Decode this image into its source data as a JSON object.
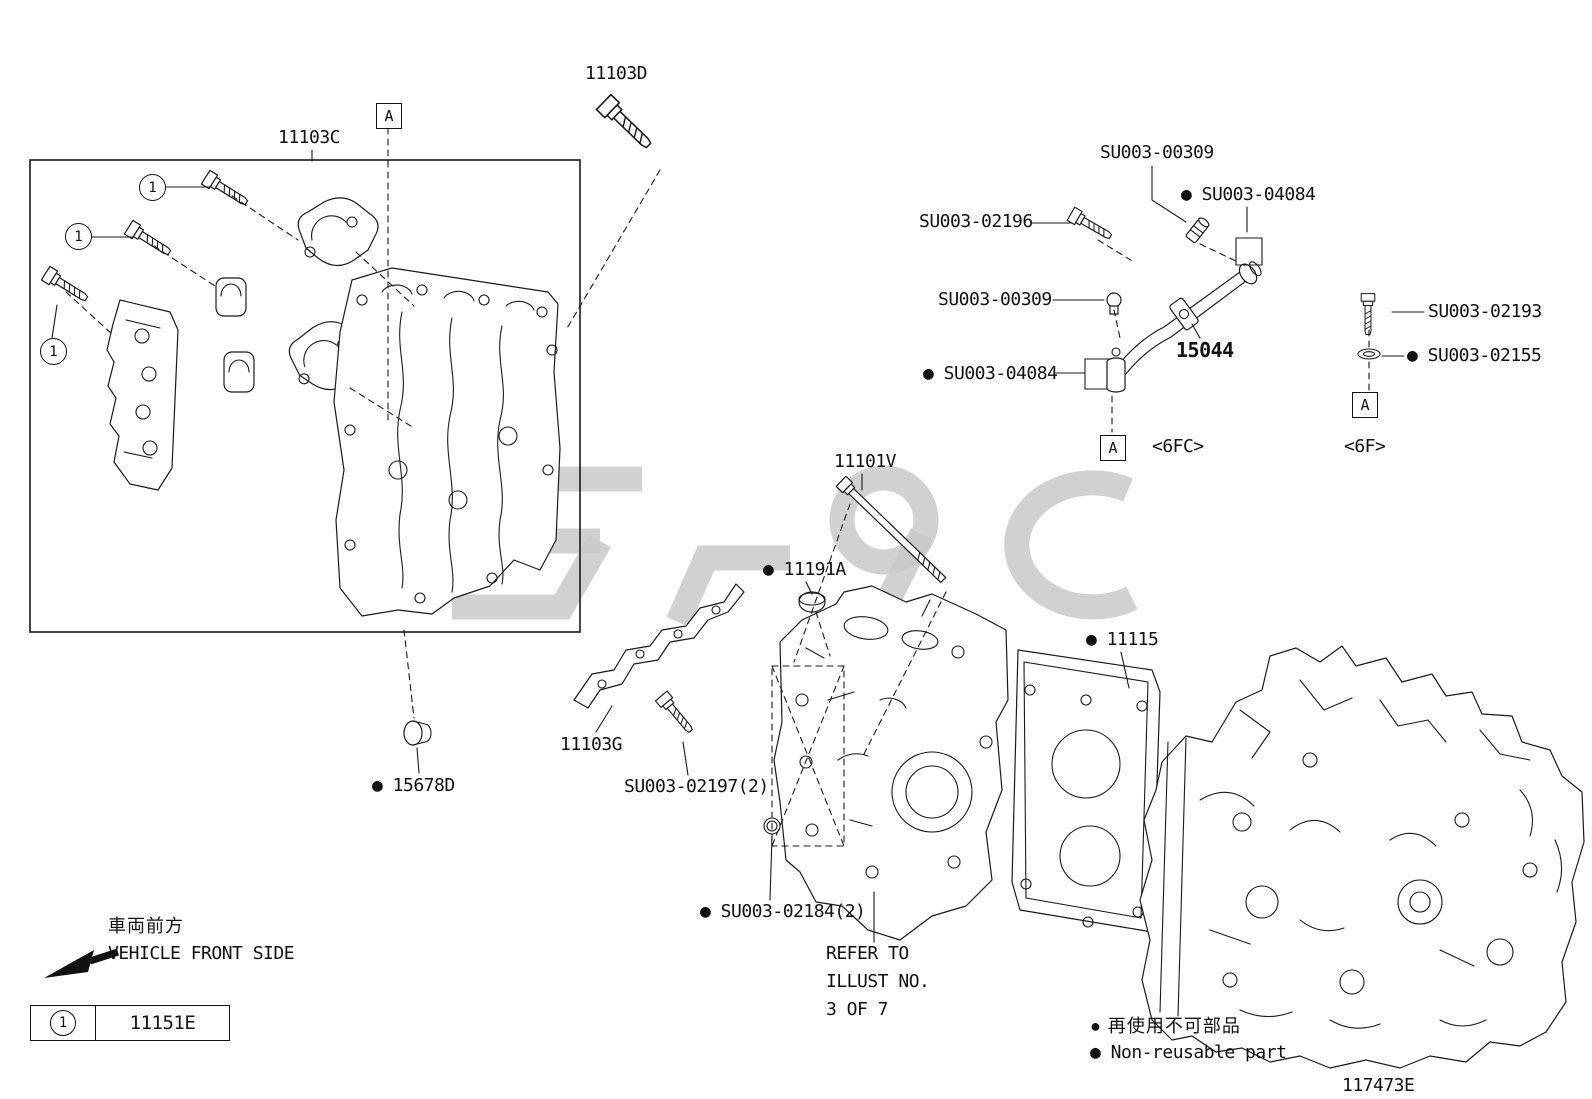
{
  "colors": {
    "line": "#1a1a1a",
    "watermark": "#c9c9c9",
    "background": "#ffffff"
  },
  "drawing_code": "117473E",
  "section_marker": "A",
  "circled_index": "1",
  "variant_6fc": "<6FC>",
  "variant_6f": "<6F>",
  "front_marker": {
    "jp": "車両前方",
    "en": "VEHICLE FRONT SIDE"
  },
  "legend_box": {
    "index": "1",
    "part_no": "11151E"
  },
  "nonreusable": {
    "jp": "● 再使用不可部品",
    "en": "● Non-reusable part"
  },
  "refer_note": {
    "line1": "REFER TO",
    "line2": "ILLUST NO.",
    "line3": "3 OF 7"
  },
  "callouts": {
    "c11103D": "11103D",
    "c11103C": "11103C",
    "su00309a": "SU003-00309",
    "su04084a": "● SU003-04084",
    "su02196": "SU003-02196",
    "su00309b": "SU003-00309",
    "su04084b": "● SU003-04084",
    "c15044": "15044",
    "su02193": "SU003-02193",
    "su02155": "● SU003-02155",
    "c11101V": "11101V",
    "c11191A": "● 11191A",
    "c11115": "● 11115",
    "c11103G": "11103G",
    "su02197": "SU003-02197(2)",
    "c15678D": "● 15678D",
    "su02184": "● SU003-02184(2)"
  }
}
